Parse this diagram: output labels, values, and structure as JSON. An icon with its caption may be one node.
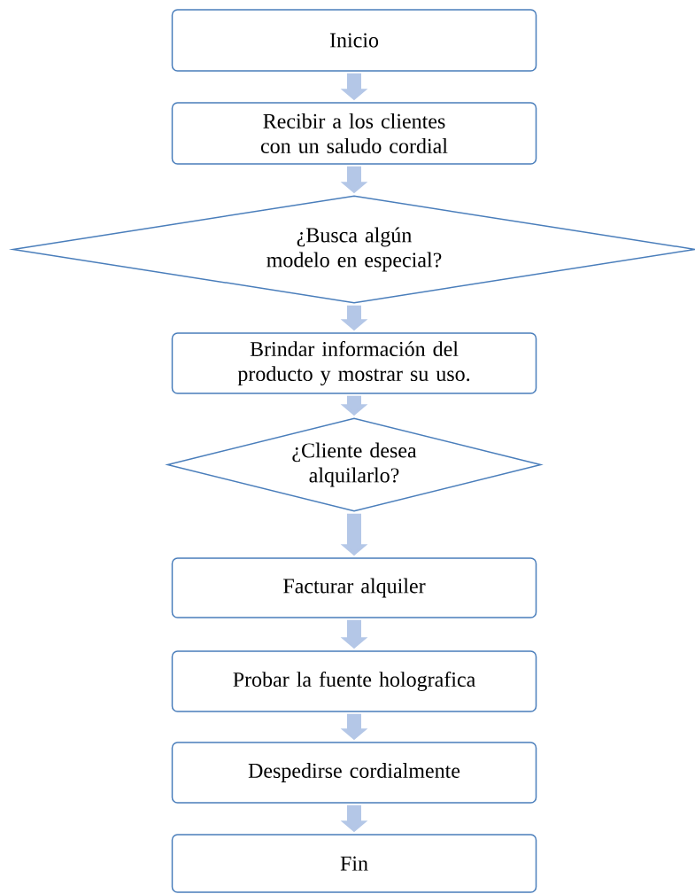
{
  "diagram": {
    "nodes": [
      {
        "text": [
          "Inicio"
        ]
      },
      {
        "text": [
          "Recibir a los clientes con un saludo cordial"
        ]
      },
      {
        "text": [
          "¿Busca algún modelo en especial?"
        ]
      },
      {
        "text": [
          "Brindar información del producto y mostrar su uso."
        ]
      },
      {
        "text": [
          "¿Cliente desea alquilarlo?"
        ]
      },
      {
        "text": [
          "Facturar alquiler"
        ]
      },
      {
        "text": [
          "Probar la fuente holografica"
        ]
      },
      {
        "text": [
          "Despedirse cordialmente"
        ]
      },
      {
        "text": [
          "Fin"
        ]
      }
    ],
    "edges": [
      {
        "from": 0,
        "to": 1,
        "arrow": "to"
      },
      {
        "from": 1,
        "to": 2,
        "arrow": "to"
      },
      {
        "from": 2,
        "to": 3,
        "arrow": "to"
      },
      {
        "from": 3,
        "to": 4,
        "arrow": "to"
      },
      {
        "from": 4,
        "to": 5,
        "arrow": "to"
      },
      {
        "from": 5,
        "to": 6,
        "arrow": "to"
      },
      {
        "from": 6,
        "to": 7,
        "arrow": "to"
      },
      {
        "from": 7,
        "to": 8,
        "arrow": "to"
      }
    ]
  }
}
